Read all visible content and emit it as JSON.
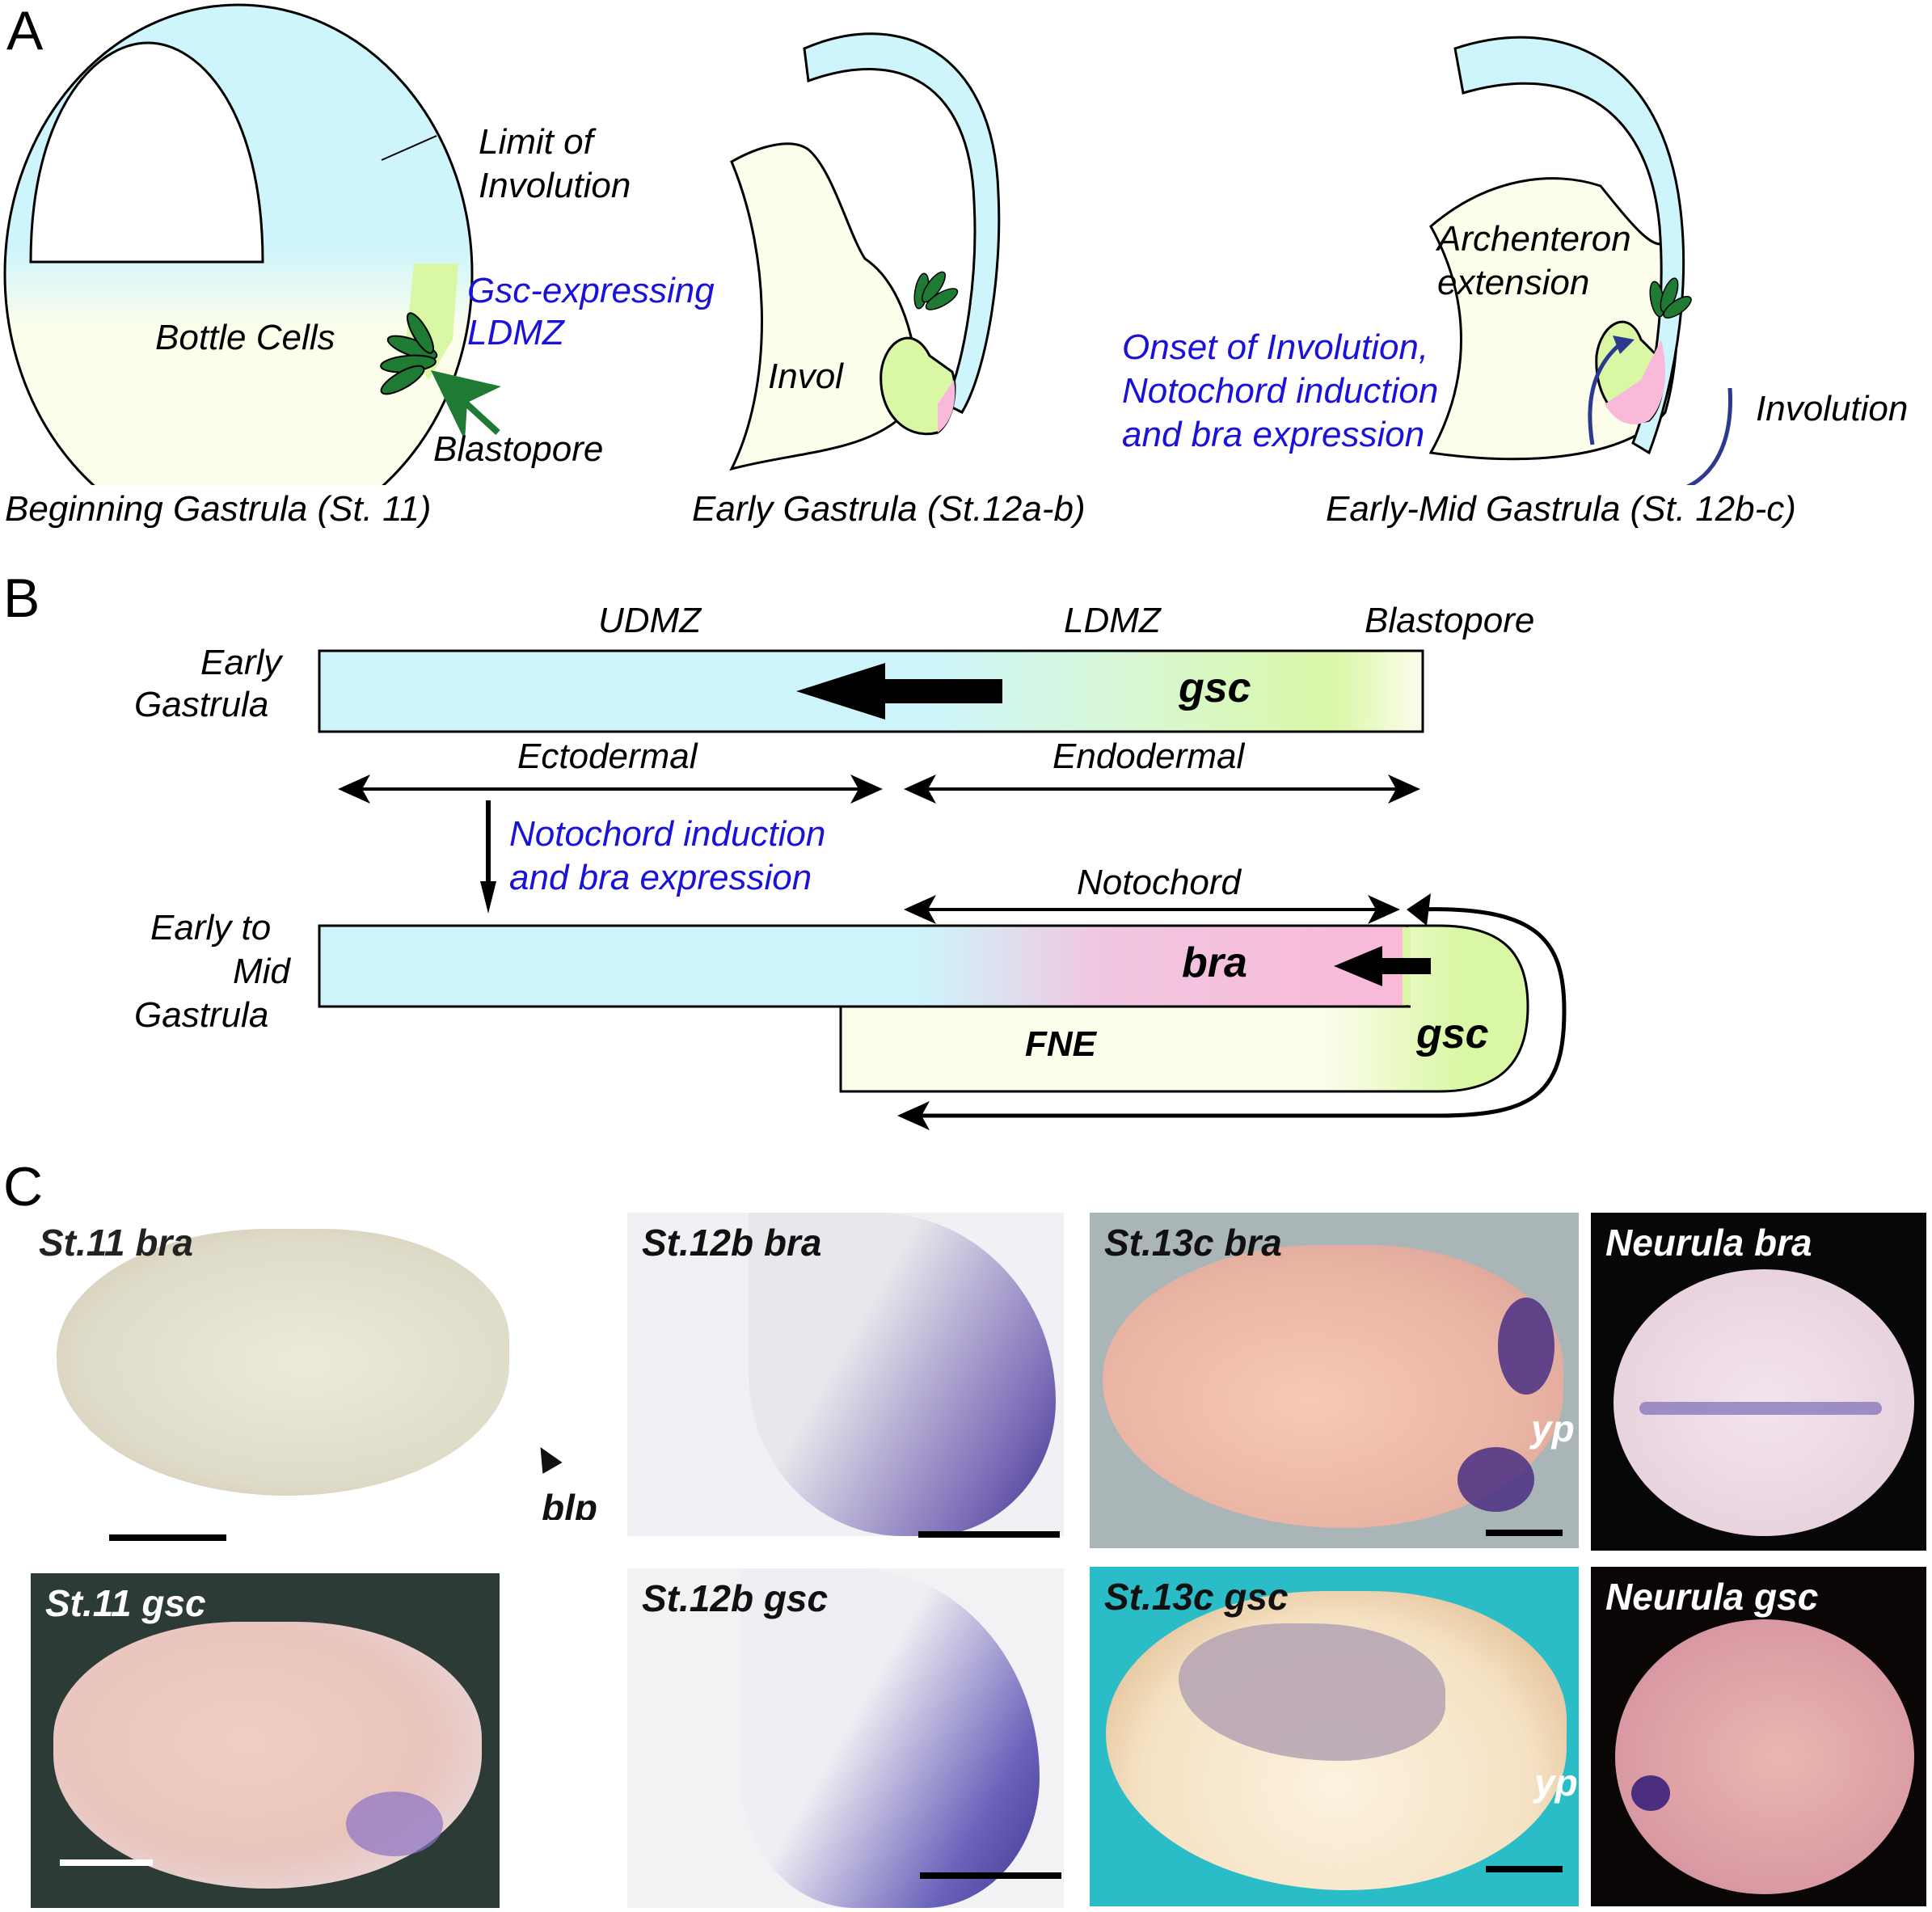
{
  "panels": {
    "a": {
      "letter": "A",
      "stage1": {
        "caption": "Beginning Gastrula (St. 11)",
        "limit_label_line1": "Limit of",
        "limit_label_line2": "Involution",
        "bottle_cells": "Bottle Cells",
        "gsc_label_line1": "Gsc-expressing",
        "gsc_label_line2": "LDMZ",
        "blastopore": "Blastopore"
      },
      "stage2": {
        "caption": "Early Gastrula (St.12a-b)",
        "invol": "Invol",
        "onset_line1": "Onset of Involution,",
        "onset_line2": "Notochord induction",
        "onset_line3": "and bra expression"
      },
      "stage3": {
        "caption": "Early-Mid Gastrula (St. 12b-c)",
        "arch_line1": "Archenteron",
        "arch_line2": "extension",
        "involution": "Involution"
      }
    },
    "b": {
      "letter": "B",
      "udmz": "UDMZ",
      "ldmz": "LDMZ",
      "blastopore": "Blastopore",
      "early_line1": "Early",
      "early_line2": "Gastrula",
      "gsc": "gsc",
      "ectodermal": "Ectodermal",
      "endodermal": "Endodermal",
      "induction_line1": "Notochord induction",
      "induction_line2": "and bra expression",
      "notochord": "Notochord",
      "mid_line1": "Early to",
      "mid_line2": "Mid",
      "mid_line3": "Gastrula",
      "bra": "bra",
      "gsc2": "gsc",
      "fne": "FNE"
    },
    "c": {
      "letter": "C",
      "photos": [
        {
          "title": "St.11 bra",
          "annotation": "blp"
        },
        {
          "title": "St.12b bra",
          "annotation": ""
        },
        {
          "title": "St.13c bra",
          "annotation": "yp"
        },
        {
          "title": "Neurula bra",
          "annotation": ""
        },
        {
          "title": "St.11 gsc",
          "annotation": "blp"
        },
        {
          "title": "St.12b gsc",
          "annotation": ""
        },
        {
          "title": "St.13c gsc",
          "annotation": "yp"
        },
        {
          "title": "Neurula gsc",
          "annotation": ""
        }
      ]
    }
  },
  "colors": {
    "ectoderm_blue": "#cdf5fb",
    "endoderm_cream": "#fdfdec",
    "gsc_green": "#daf7a6",
    "bra_pink": "#f9b9d8",
    "bottle_green": "#1f7a34",
    "arrow_navy": "#2b3a8f",
    "text_blue": "#1a12d6"
  }
}
